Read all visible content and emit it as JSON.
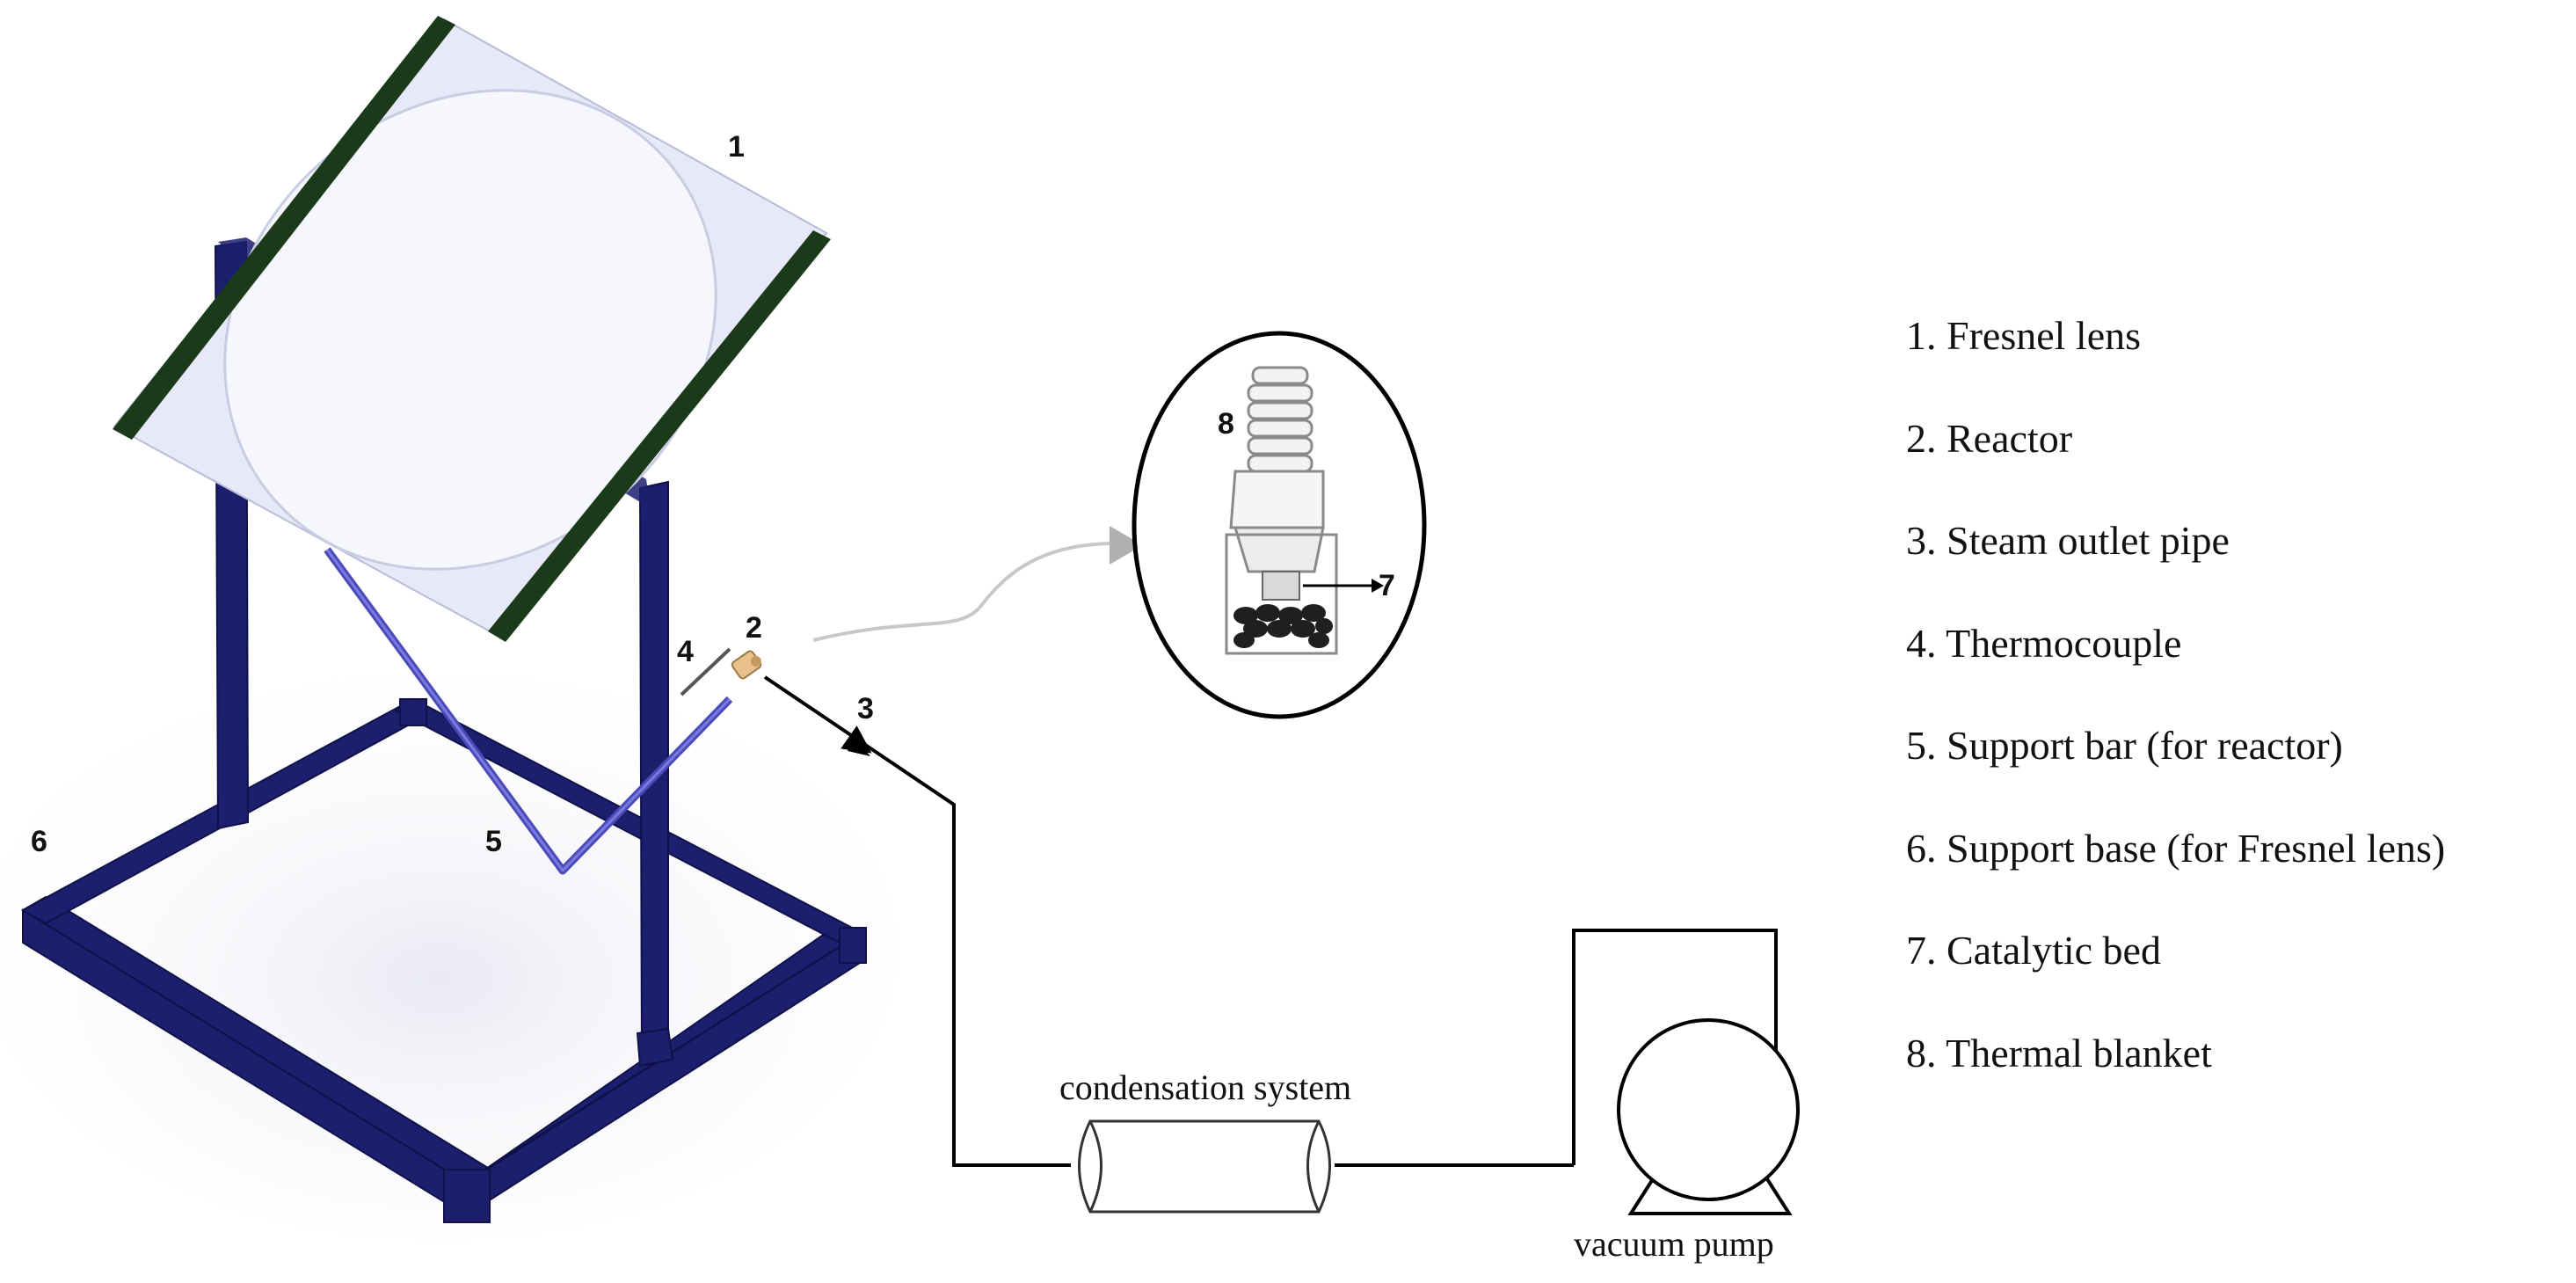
{
  "callouts": {
    "n1": "1",
    "n2": "2",
    "n3": "3",
    "n4": "4",
    "n5": "5",
    "n6": "6",
    "n7": "7",
    "n8": "8"
  },
  "labels": {
    "condensation": "condensation system",
    "vacuum": "vacuum pump"
  },
  "legend": [
    "1. Fresnel lens",
    "2. Reactor",
    "3. Steam outlet pipe",
    "4. Thermocouple",
    "5. Support bar (for reactor)",
    "6. Support base (for Fresnel lens)",
    "7. Catalytic bed",
    "8. Thermal blanket"
  ],
  "colors": {
    "frame_navy": "#1c1f6e",
    "lens_edge": "#1a3a1a",
    "lens_fill": "#eef0fb",
    "support_bar": "#4a4ab8",
    "pipe": "#000000",
    "arrow_grey": "#b0b0b0"
  }
}
